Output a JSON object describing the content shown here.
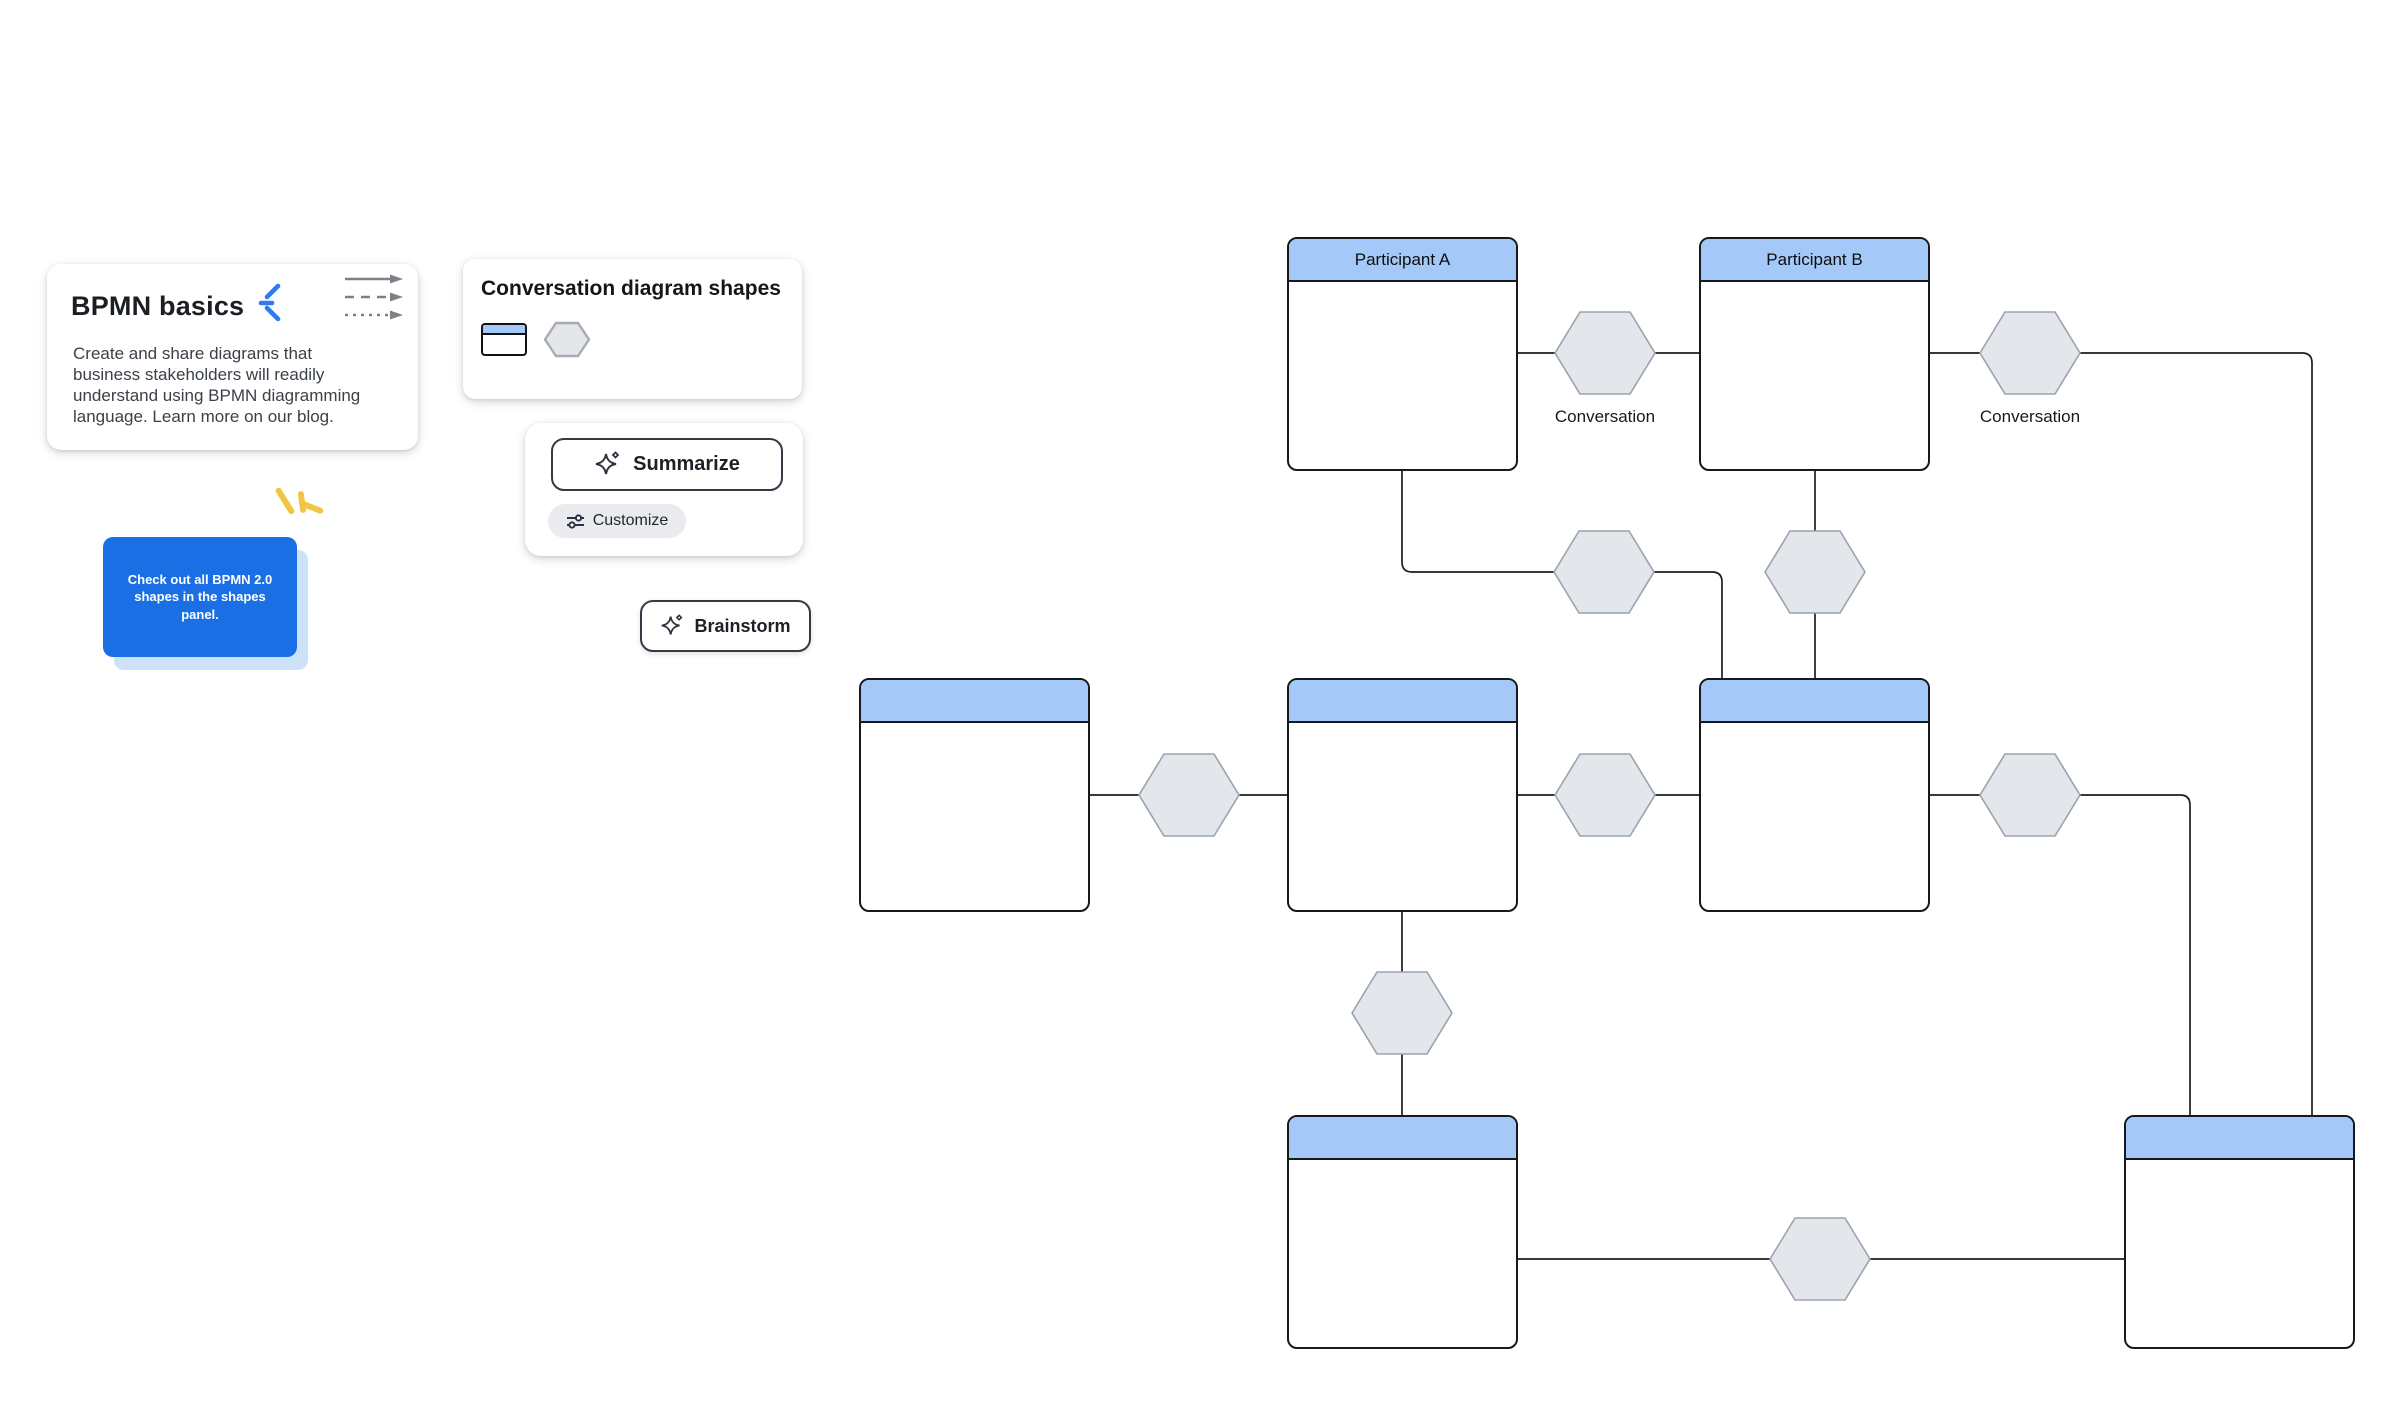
{
  "cards": {
    "bpmn_basics": {
      "title": "BPMN basics",
      "description": "Create and share diagrams that business stakeholders will readily understand using BPMN diagramming language. Learn more on our blog.",
      "arrow_icons": [
        "solid-arrow",
        "dashed-arrow",
        "dotted-arrow"
      ]
    },
    "shapes_panel": {
      "title": "Conversation diagram shapes",
      "shape_icons": [
        "participant-shape",
        "conversation-shape"
      ]
    },
    "ai_actions": {
      "summarize": "Summarize",
      "customize": "Customize",
      "brainstorm": "Brainstorm"
    }
  },
  "callout": {
    "text": "Check out all BPMN 2.0 shapes in the shapes panel."
  },
  "diagram": {
    "boxes": [
      {
        "label": "Participant A"
      },
      {
        "label": "Participant B"
      },
      {
        "label": ""
      },
      {
        "label": ""
      },
      {
        "label": ""
      },
      {
        "label": ""
      },
      {
        "label": ""
      }
    ],
    "conversations": [
      {
        "label": "Conversation"
      },
      {
        "label": "Conversation"
      }
    ]
  },
  "colors": {
    "accent_blue": "#1a6fe4",
    "participant_header": "#a4c8f7",
    "hexagon_fill": "#e3e6ea",
    "hexagon_border": "#9aa3ad",
    "spark_blue": "#2f7af0",
    "doodle_yellow": "#f2c643",
    "connector": "#1b1d20"
  }
}
